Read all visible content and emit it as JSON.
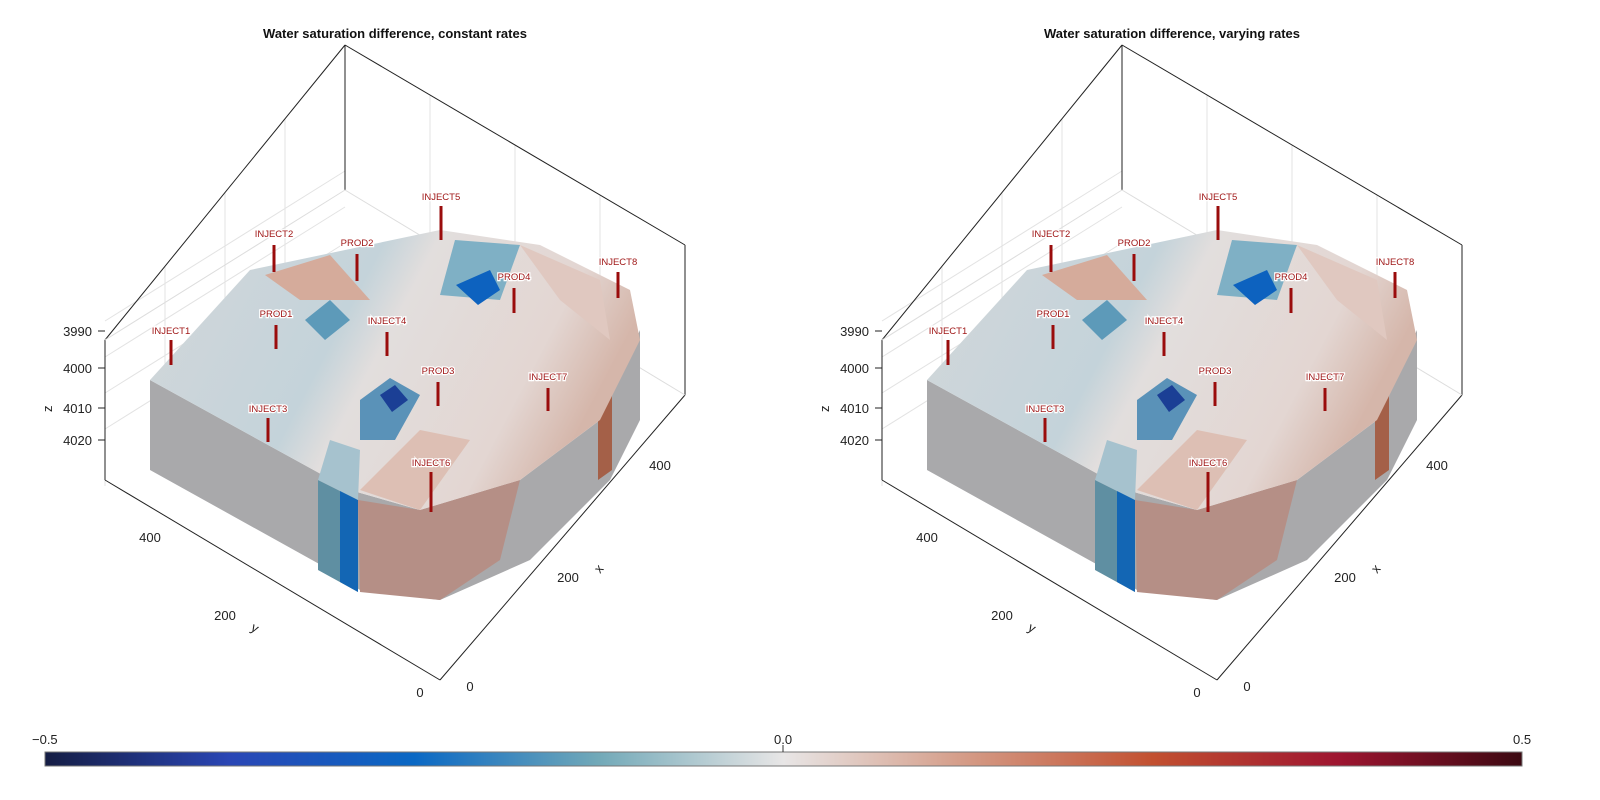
{
  "chart_data": {
    "type": "heatmap",
    "subtype": "3d-voxel",
    "panels": [
      {
        "title": "Water saturation difference, constant rates",
        "xlabel": "x",
        "ylabel": "y",
        "zlabel": "z",
        "xticks": [
          "0",
          "200",
          "400"
        ],
        "yticks": [
          "0",
          "200",
          "400"
        ],
        "zticks": [
          "3990",
          "4000",
          "4010",
          "4020"
        ]
      },
      {
        "title": "Water saturation difference, varying rates",
        "xlabel": "x",
        "ylabel": "y",
        "zlabel": "z",
        "xticks": [
          "0",
          "200",
          "400"
        ],
        "yticks": [
          "0",
          "200",
          "400"
        ],
        "zticks": [
          "3990",
          "4000",
          "4010",
          "4020"
        ]
      }
    ],
    "wells": [
      "INJECT1",
      "INJECT2",
      "INJECT3",
      "INJECT4",
      "INJECT5",
      "INJECT6",
      "INJECT7",
      "INJECT8",
      "PROD1",
      "PROD2",
      "PROD3",
      "PROD4"
    ],
    "colorbar": {
      "min": -0.5,
      "max": 0.5,
      "ticks": [
        "−0.5",
        "0.0",
        "0.5"
      ],
      "colormap": "balance",
      "colors": [
        "#151d44",
        "#2a46b5",
        "#0a68c4",
        "#72a9b8",
        "#e8e6e6",
        "#d49a85",
        "#c25030",
        "#9e1530",
        "#3c0912"
      ]
    }
  }
}
